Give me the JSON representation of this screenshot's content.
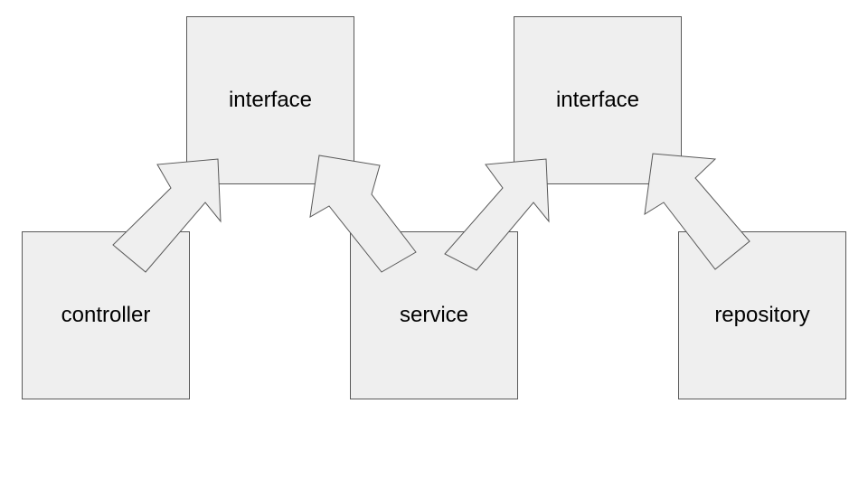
{
  "diagram": {
    "nodes": [
      {
        "id": "interface-1",
        "label": "interface"
      },
      {
        "id": "interface-2",
        "label": "interface"
      },
      {
        "id": "controller",
        "label": "controller"
      },
      {
        "id": "service",
        "label": "service"
      },
      {
        "id": "repository",
        "label": "repository"
      }
    ],
    "edges": [
      {
        "from": "controller",
        "to": "interface-1"
      },
      {
        "from": "service",
        "to": "interface-1"
      },
      {
        "from": "service",
        "to": "interface-2"
      },
      {
        "from": "repository",
        "to": "interface-2"
      }
    ]
  },
  "colors": {
    "box_fill": "#efefef",
    "box_stroke": "#595959",
    "text": "#000000",
    "background": "#ffffff"
  }
}
